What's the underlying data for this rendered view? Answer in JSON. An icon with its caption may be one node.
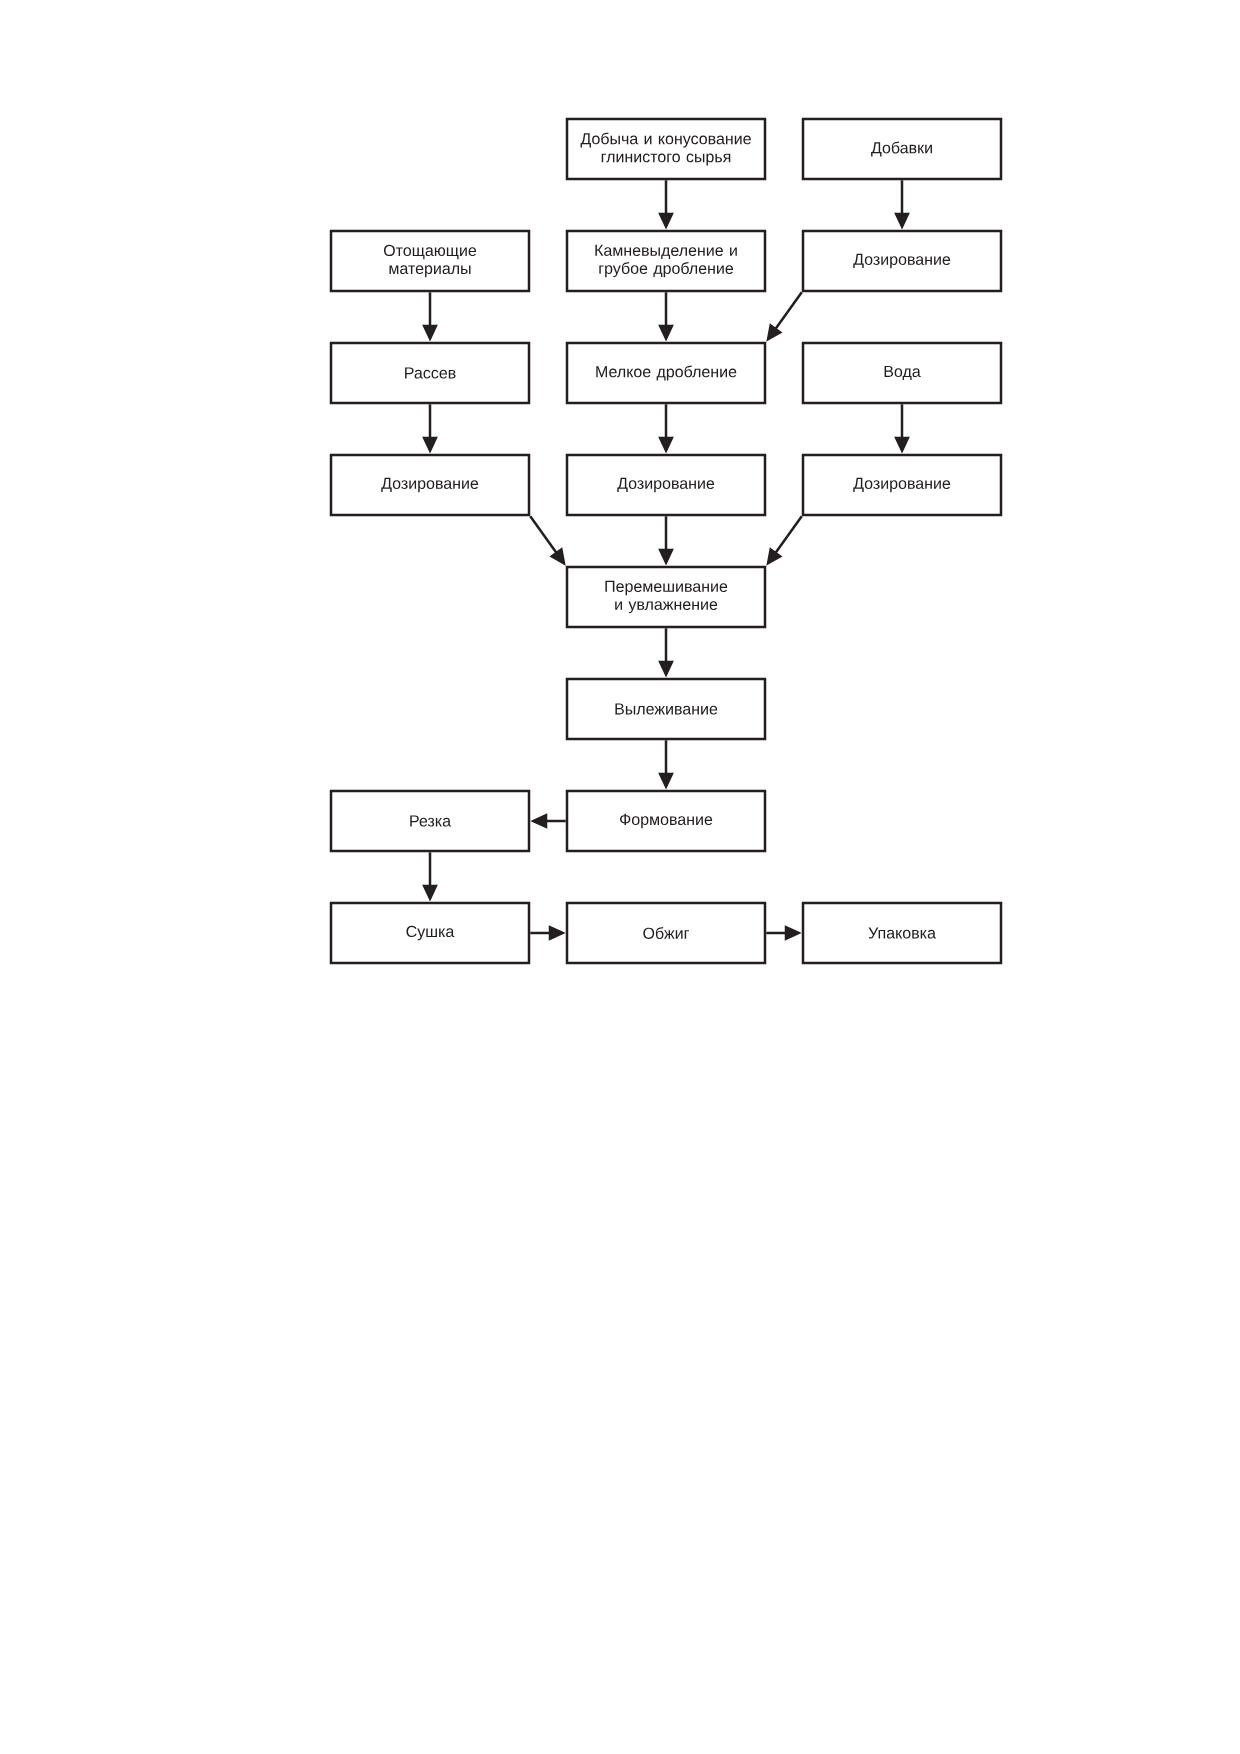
{
  "diagram": {
    "nodes": [
      {
        "text": [
          "Добыча и конусование глинистого сырья"
        ]
      },
      {
        "text": [
          "Добавки"
        ]
      },
      {
        "text": [
          "Отощающие материалы"
        ]
      },
      {
        "text": [
          "Камневыделение и грубое дробление"
        ]
      },
      {
        "text": [
          "Дозирование"
        ]
      },
      {
        "text": [
          "Рассев"
        ]
      },
      {
        "text": [
          "Мелкое дробление"
        ]
      },
      {
        "text": [
          "Вода"
        ]
      },
      {
        "text": [
          "Дозирование"
        ]
      },
      {
        "text": [
          "Дозирование"
        ]
      },
      {
        "text": [
          "Дозирование"
        ]
      },
      {
        "text": [
          "Перемешивание и увлажнение"
        ]
      },
      {
        "text": [
          "Вылеживание"
        ]
      },
      {
        "text": [
          "Резка"
        ]
      },
      {
        "text": [
          "Формование"
        ]
      },
      {
        "text": [
          "Сушка"
        ]
      },
      {
        "text": [
          "Обжиг"
        ]
      },
      {
        "text": [
          "Упаковка"
        ]
      }
    ],
    "edges": [
      {
        "from": 0,
        "to": 3,
        "arrow": "to"
      },
      {
        "from": 1,
        "to": 4,
        "arrow": "to"
      },
      {
        "from": 2,
        "to": 5,
        "arrow": "to"
      },
      {
        "from": 3,
        "to": 6,
        "arrow": "to"
      },
      {
        "from": 4,
        "to": 6,
        "arrow": "to"
      },
      {
        "from": 5,
        "to": 8,
        "arrow": "to"
      },
      {
        "from": 6,
        "to": 9,
        "arrow": "to"
      },
      {
        "from": 7,
        "to": 10,
        "arrow": "to"
      },
      {
        "from": 8,
        "to": 11,
        "arrow": "to"
      },
      {
        "from": 9,
        "to": 11,
        "arrow": "to"
      },
      {
        "from": 10,
        "to": 11,
        "arrow": "to"
      },
      {
        "from": 11,
        "to": 12,
        "arrow": "to"
      },
      {
        "from": 12,
        "to": 14,
        "arrow": "to"
      },
      {
        "from": 14,
        "to": 13,
        "arrow": "to"
      },
      {
        "from": 13,
        "to": 15,
        "arrow": "to"
      },
      {
        "from": 15,
        "to": 16,
        "arrow": "to"
      },
      {
        "from": 16,
        "to": 17,
        "arrow": "to"
      }
    ]
  }
}
